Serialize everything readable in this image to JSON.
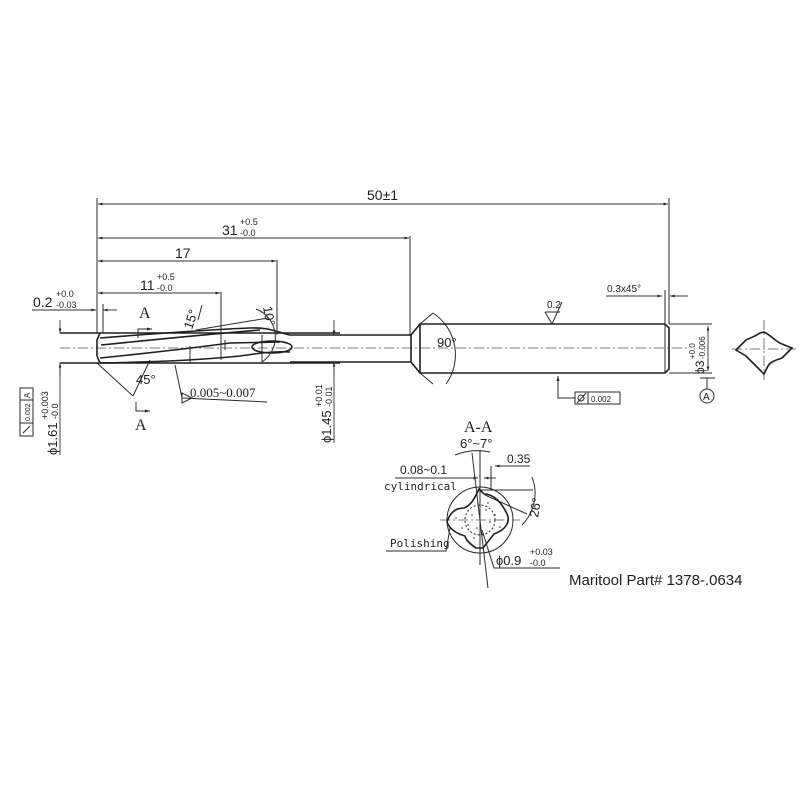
{
  "drawing": {
    "title": "Maritool Part# 1378-.0634",
    "dimensions": {
      "overall_length": {
        "value": "50±1"
      },
      "length_31": {
        "base": "31",
        "upper": "+0.5",
        "lower": "-0.0"
      },
      "length_17": {
        "value": "17"
      },
      "length_11": {
        "base": "11",
        "upper": "+0.5",
        "lower": "-0.0"
      },
      "chamfer_tip": {
        "base": "0.2",
        "upper": "+0.0",
        "lower": "-0.03"
      },
      "shank_chamfer": {
        "value": "0.3x45°"
      },
      "dia_161": {
        "base": "ϕ1.61",
        "upper": "+0.003",
        "lower": "-0.0"
      },
      "dia_145": {
        "base": "ϕ1.45",
        "upper": "+0.01",
        "lower": "-0.01"
      },
      "dia_3": {
        "base": "ϕ3",
        "upper": "+0.0",
        "lower": "-0.006"
      },
      "dia_09": {
        "base": "ϕ0.9",
        "upper": "+0.03",
        "lower": "-0.0"
      },
      "back_taper": {
        "value": "0.005~0.007"
      }
    },
    "angles": {
      "helix_15": "15°",
      "angle_10": "10°",
      "point_45": "45°",
      "transition_90": "90°",
      "rake_6_7": "6°~7°",
      "angle_26": "26°"
    },
    "section": {
      "label_a_top": "A",
      "label_a_bottom": "A",
      "section_title": "A-A",
      "margin_width": "0.08~0.1",
      "margin_label": "cylindrical",
      "land_width": "0.35",
      "polishing_label": "Polishing"
    },
    "surface_finish": {
      "value": "0.2"
    },
    "tolerance_frames": {
      "runout_tip": {
        "value": "0.002",
        "datum": "A"
      },
      "cylindricity_shank": {
        "value": "0.002"
      }
    },
    "datum": {
      "label": "A"
    }
  }
}
